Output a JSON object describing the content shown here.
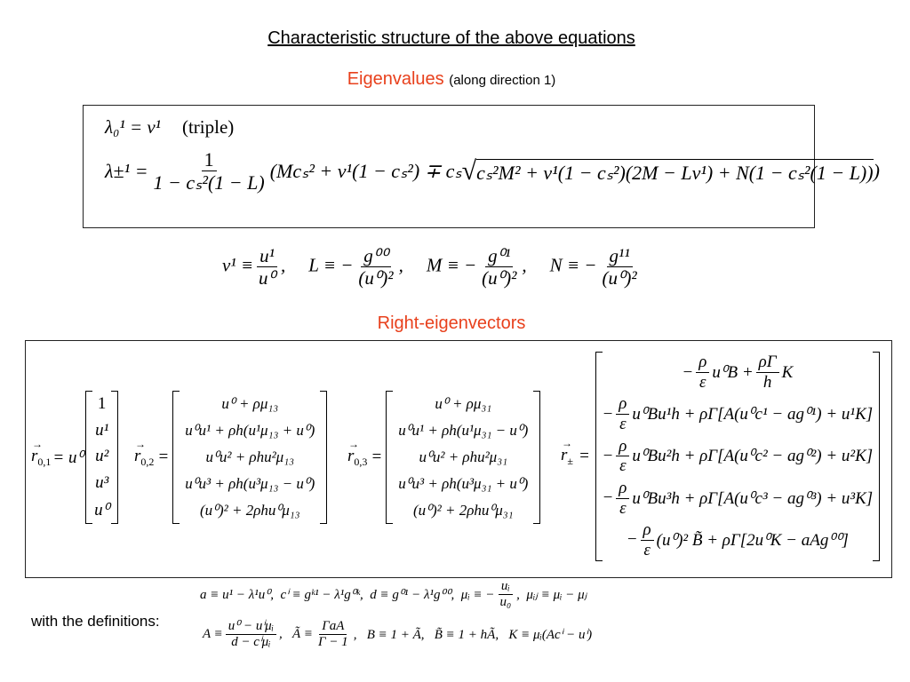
{
  "title": "Characteristic structure of the above equations",
  "eigenvalues": {
    "heading": "Eigenvalues",
    "subheading": "(along direction 1)",
    "line1": "λ₀¹ = v¹",
    "line1_note": "(triple)",
    "line2": {
      "lhs": "λ±¹ =",
      "num": "1",
      "den": "1 − cₛ²(1 − L)",
      "open": "(Mcₛ² + v¹(1 − cₛ²) ∓ cₛ",
      "radicand": "cₛ²M² + v¹(1 − cₛ²)(2M − Lv¹) + N(1 − cₛ²(1 − L))",
      "close": ")"
    }
  },
  "aux_definitions": [
    {
      "lhs": "v¹ ≡",
      "num": "u¹",
      "den": "u⁰",
      "tail": ","
    },
    {
      "lhs": "L ≡ −",
      "num": "g⁰⁰",
      "den": "(u⁰)²",
      "tail": ","
    },
    {
      "lhs": "M ≡ −",
      "num": "g⁰¹",
      "den": "(u⁰)²",
      "tail": ","
    },
    {
      "lhs": "N ≡ −",
      "num": "g¹¹",
      "den": "(u⁰)²",
      "tail": ""
    }
  ],
  "eigenvectors": {
    "heading": "Right-eigenvectors",
    "r01": {
      "symbol": "r",
      "sub": "0,1",
      "factor": "= u⁰",
      "entries": [
        "1",
        "u¹",
        "u²",
        "u³",
        "u⁰"
      ]
    },
    "r02": {
      "symbol": "r",
      "sub": "0,2",
      "eq": "=",
      "entries": [
        "u⁰ + ρμ₁₃",
        "u⁰u¹ + ρh(u¹μ₁₃ + u⁰)",
        "u⁰u² + ρhu²μ₁₃",
        "u⁰u³ + ρh(u³μ₁₃ − u⁰)",
        "(u⁰)² + 2ρhu⁰μ₁₃"
      ]
    },
    "r03": {
      "symbol": "r",
      "sub": "0,3",
      "eq": "=",
      "entries": [
        "u⁰ + ρμ₃₁",
        "u⁰u¹ + ρh(u¹μ₃₁ − u⁰)",
        "u⁰u² + ρhu²μ₃₁",
        "u⁰u³ + ρh(u³μ₃₁ + u⁰)",
        "(u⁰)² + 2ρhu⁰μ₃₁"
      ]
    },
    "rpm": {
      "symbol": "r",
      "sub": "±",
      "eq": "=",
      "rows": [
        {
          "pre": "−",
          "num": "ρ",
          "den": "ε",
          "mid": "u⁰B +",
          "num2": "ρΓ",
          "den2": "h",
          "post": "K"
        },
        {
          "pre": "−",
          "num": "ρ",
          "den": "ε",
          "post": "u⁰Bu¹h + ρΓ[A(u⁰c¹ − ag⁰¹) + u¹K]"
        },
        {
          "pre": "−",
          "num": "ρ",
          "den": "ε",
          "post": "u⁰Bu²h + ρΓ[A(u⁰c² − ag⁰²) + u²K]"
        },
        {
          "pre": "−",
          "num": "ρ",
          "den": "ε",
          "post": "u⁰Bu³h + ρΓ[A(u⁰c³ − ag⁰³) + u³K]"
        },
        {
          "pre": "−",
          "num": "ρ",
          "den": "ε",
          "post": "(u⁰)² B̃ + ρΓ[2u⁰K − aAg⁰⁰]"
        }
      ]
    }
  },
  "definitions": {
    "label": "with the definitions:",
    "line1": {
      "pre": "a ≡ u¹ − λ¹u⁰,  cⁱ ≡ gᵏ¹ − λ¹g⁰ᵏ,  d ≡ g⁰¹ − λ¹g⁰⁰,  μᵢ ≡ −",
      "num": "uᵢ",
      "den": "u₀",
      "post": ",  μᵢⱼ ≡ μᵢ − μⱼ"
    },
    "line2": {
      "pre": "A ≡",
      "num": "u⁰ − uⁱμᵢ",
      "den": "d − cⁱμᵢ",
      "mid": ",   Ã ≡",
      "num2": "ΓaA",
      "den2": "Γ − 1",
      "post": ",   B ≡ 1 + Ã,   B̃ ≡ 1 + hÃ,   K ≡ μᵢ(Acⁱ − uⁱ)"
    }
  },
  "colors": {
    "heading_red": "#e8401c",
    "text": "#000000"
  }
}
